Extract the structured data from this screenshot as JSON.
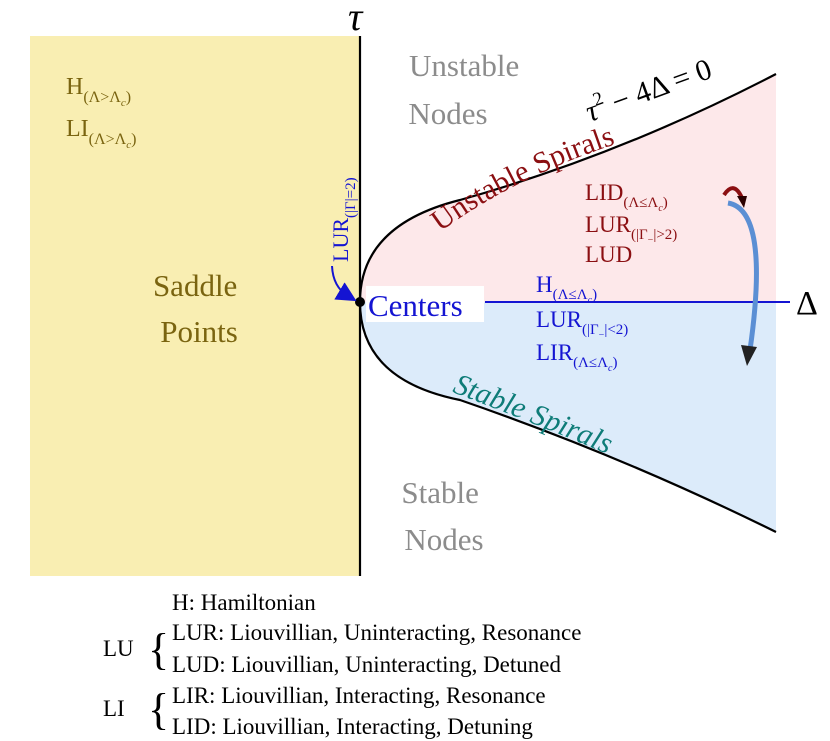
{
  "axes": {
    "vertical_label": "τ",
    "horizontal_label": "Δ"
  },
  "colors": {
    "saddle_fill": "#f9eeb2",
    "unstable_fill": "#fde8ea",
    "stable_fill": "#dcebfa",
    "olive_text": "#7a6410",
    "gray_text": "#8c8c8c",
    "dark_red": "#8b0f12",
    "blue": "#1414d2",
    "teal": "#0e7c78",
    "arrow_blue": "#5b8fd4"
  },
  "regions": {
    "saddle": [
      "Saddle",
      "Points"
    ],
    "unstable_nodes": [
      "Unstable",
      "Nodes"
    ],
    "stable_nodes": [
      "Stable",
      "Nodes"
    ],
    "unstable_spirals": "Unstable Spirals",
    "stable_spirals": "Stable Spirals",
    "centers": "Centers"
  },
  "curve_label": {
    "tau": "τ",
    "exponent": "2",
    "rest": " − 4Δ = 0"
  },
  "saddle_items": [
    {
      "main": "H",
      "sub": "(Λ>Λ",
      "subsub": "c",
      "close": ")"
    },
    {
      "main": "LI",
      "sub": "(Λ>Λ",
      "subsub": "c",
      "close": ")"
    }
  ],
  "lur_vertical": {
    "main": "LUR",
    "sub": "(|Γ|=2)"
  },
  "unstable_items": [
    {
      "main": "LID",
      "sub": "(Λ≤Λ",
      "subsub": "c",
      "close": ")"
    },
    {
      "main": "LUR",
      "sub": "(|Γ",
      "subsub": "−",
      "close": "|>2)"
    },
    {
      "main": "LUD",
      "sub": "",
      "subsub": "",
      "close": ""
    }
  ],
  "center_items": [
    {
      "main": "H",
      "sub": "(Λ≤Λ",
      "subsub": "c",
      "close": ")"
    },
    {
      "main": "LUR",
      "sub": "(|Γ",
      "subsub": "−",
      "close": "|<2)"
    },
    {
      "main": "LIR",
      "sub": "(Λ≤Λ",
      "subsub": "c",
      "close": ")"
    }
  ],
  "legend": {
    "h": "H: Hamiltonian",
    "lu_group": "LU",
    "lu_items": [
      "LUR: Liouvillian, Uninteracting, Resonance",
      "LUD: Liouvillian, Uninteracting, Detuned"
    ],
    "li_group": "LI",
    "li_items": [
      "LIR: Liouvillian, Interacting, Resonance",
      "LID: Liouvillian, Interacting, Detuning"
    ]
  }
}
